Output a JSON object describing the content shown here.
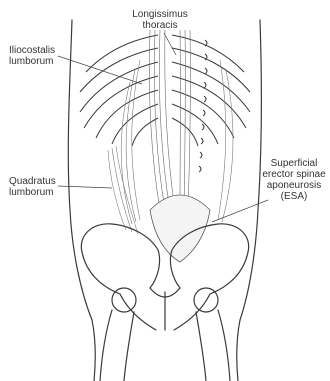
{
  "labels": {
    "longissimus": "Longissimus\nthoracis",
    "iliocostalis": "Iliocostalis\nlumborum",
    "quadratus": "Quadratus\nlumborum",
    "superficial": "Superficial\nerector spinae\naponeurosis\n(ESA)"
  }
}
